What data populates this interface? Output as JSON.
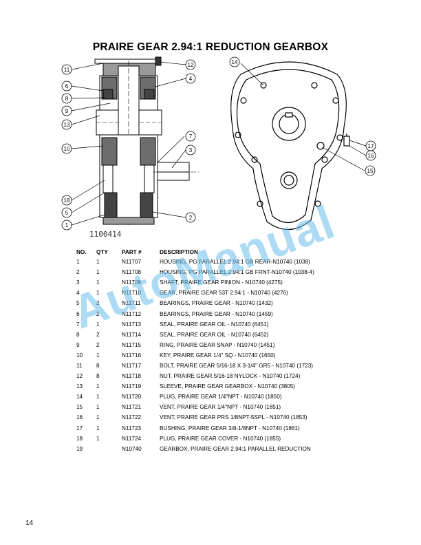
{
  "page": {
    "title": "PRAIRE GEAR 2.94:1 REDUCTION GEARBOX",
    "figure_number": "1100414",
    "page_number": "14",
    "watermark": "AutoManual"
  },
  "drawing": {
    "left_callouts": [
      "11",
      "6",
      "8",
      "9",
      "13",
      "10",
      "18",
      "5",
      "1"
    ],
    "right_callouts": [
      "12",
      "4",
      "7",
      "3",
      "2"
    ],
    "front_callouts": [
      "14",
      "17",
      "16",
      "15"
    ]
  },
  "parts_table": {
    "headers": {
      "no": "NO.",
      "qty": "QTY",
      "part": "PART #",
      "desc": "DESCRIPTION"
    },
    "rows": [
      {
        "no": "1",
        "qty": "1",
        "part": "N11707",
        "desc": "HOUSING, PG PARALLEL 2.94:1 GB REAR-N10740 (1038)"
      },
      {
        "no": "2",
        "qty": "1",
        "part": "N11708",
        "desc": "HOUSING, PG PARALLEL 2.94:1 GB FRNT-N10740 (1038-4)"
      },
      {
        "no": "3",
        "qty": "1",
        "part": "N11709",
        "desc": "SHAFT, PRAIRE GEAR PINION - N10740 (4275)"
      },
      {
        "no": "4",
        "qty": "1",
        "part": "N11710",
        "desc": "GEAR, PRAIRE GEAR 53T 2.94:1 - N10740 (4276)"
      },
      {
        "no": "5",
        "qty": "2",
        "part": "N11711",
        "desc": "BEARINGS, PRAIRE GEAR - N10740 (1432)"
      },
      {
        "no": "6",
        "qty": "2",
        "part": "N11712",
        "desc": "BEARINGS, PRAIRE GEAR - N10740 (1459)"
      },
      {
        "no": "7",
        "qty": "1",
        "part": "N11713",
        "desc": "SEAL, PRAIRE GEAR OIL - N10740 (6451)"
      },
      {
        "no": "8",
        "qty": "2",
        "part": "N11714",
        "desc": "SEAL, PRAIRE GEAR OIL - N10740 (6452)"
      },
      {
        "no": "9",
        "qty": "2",
        "part": "N11715",
        "desc": "RING, PRAIRE GEAR SNAP - N10740 (1451)"
      },
      {
        "no": "10",
        "qty": "1",
        "part": "N11716",
        "desc": "KEY, PRAIRE GEAR 1/4\" SQ - N10740 (1650)"
      },
      {
        "no": "11",
        "qty": "8",
        "part": "N11717",
        "desc": "BOLT, PRAIRE GEAR 5/16-18 X 3-1/4\" GR5 - N10740 (1723)"
      },
      {
        "no": "12",
        "qty": "8",
        "part": "N11718",
        "desc": "NUT, PRAIRE GEAR 5/16-18 NYLOCK - N10740 (1724)"
      },
      {
        "no": "13",
        "qty": "1",
        "part": "N11719",
        "desc": "SLEEVE, PRAIRE GEAR GEARBOX - N10740 (3805)"
      },
      {
        "no": "14",
        "qty": "1",
        "part": "N11720",
        "desc": "PLUG, PRAIRE GEAR 1/4\"NPT - N10740 (1850)"
      },
      {
        "no": "15",
        "qty": "1",
        "part": "N11721",
        "desc": "VENT, PRAIRE GEAR 1/4\"NPT - N10740 (1851)"
      },
      {
        "no": "16",
        "qty": "1",
        "part": "N11722",
        "desc": "VENT, PRAIRE GEAR PRS 1/8NPT-5SPL - N10740 (1853)"
      },
      {
        "no": "17",
        "qty": "1",
        "part": "N11723",
        "desc": "BUSHING, PRAIRE GEAR 3/8-1/8NPT - N10740 (1861)"
      },
      {
        "no": "18",
        "qty": "1",
        "part": "N11724",
        "desc": "PLUG, PRAIRE GEAR COVER - N10740 (1855)"
      },
      {
        "no": "19",
        "qty": "",
        "part": "N10740",
        "desc": "GEARBOX, PRAIRE GEAR 2.94:1 PARALLEL REDUCTION"
      }
    ]
  }
}
